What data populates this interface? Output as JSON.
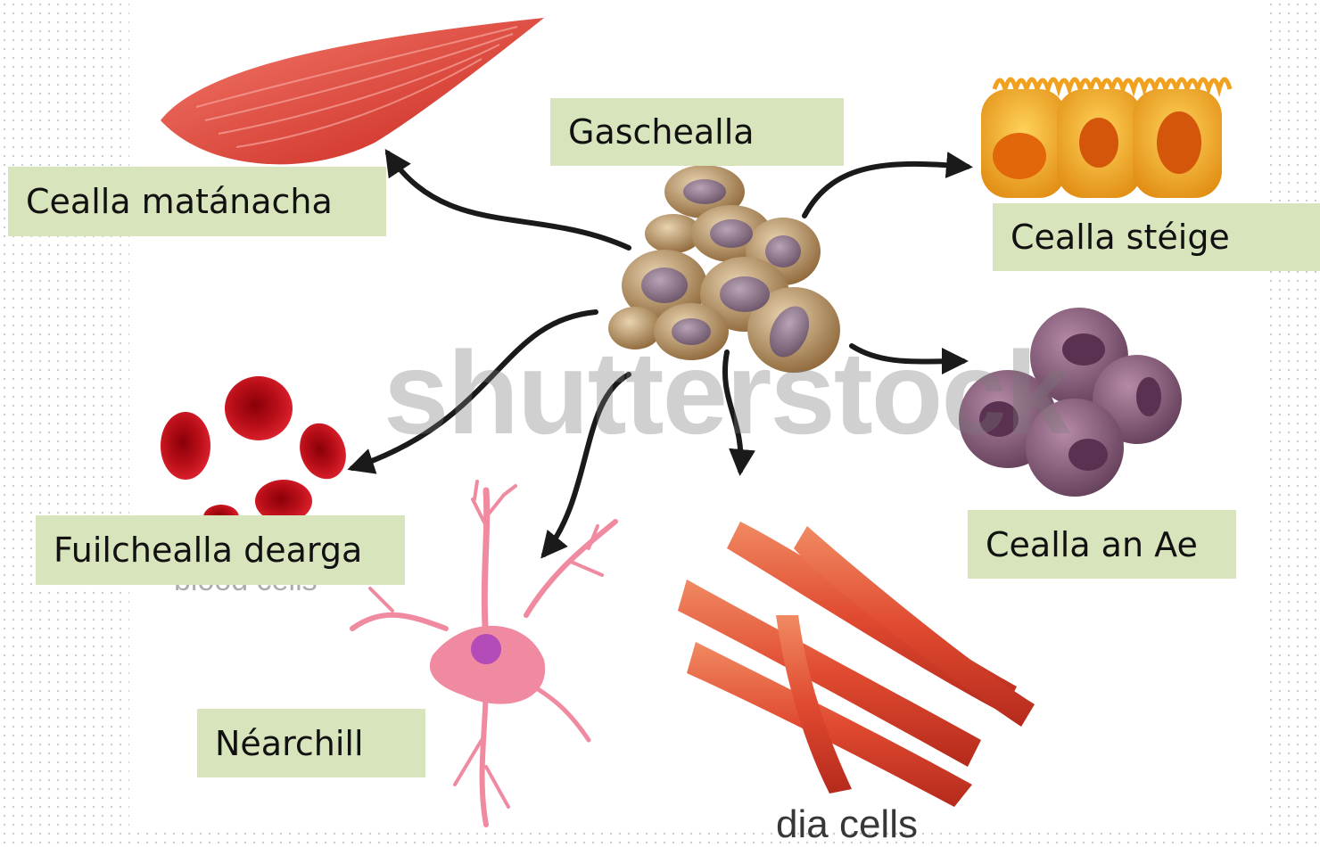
{
  "labels": {
    "stem_cell": "Gaschealla",
    "muscle_cell": "Cealla matánacha",
    "epithelial_cell": "Cealla stéige",
    "red_blood_cell": "Fuilchealla dearga",
    "liver_cell": "Cealla an Ae",
    "nerve_cell": "Néarchill"
  },
  "watermark": "shutterstock",
  "partial_text": {
    "blood_cells": "blood cells",
    "bottom_caption": "dia cells"
  },
  "colors": {
    "label_bg": "#d8e4bc",
    "arrow": "#1a1a1a",
    "muscle": "#e8463a",
    "stem": "#b58d5c",
    "epithelial": "#f0a21e",
    "liver": "#8a5a78",
    "blood": "#c8101a",
    "nerve": "#f08aa0",
    "cardiac": "#e0523a"
  }
}
